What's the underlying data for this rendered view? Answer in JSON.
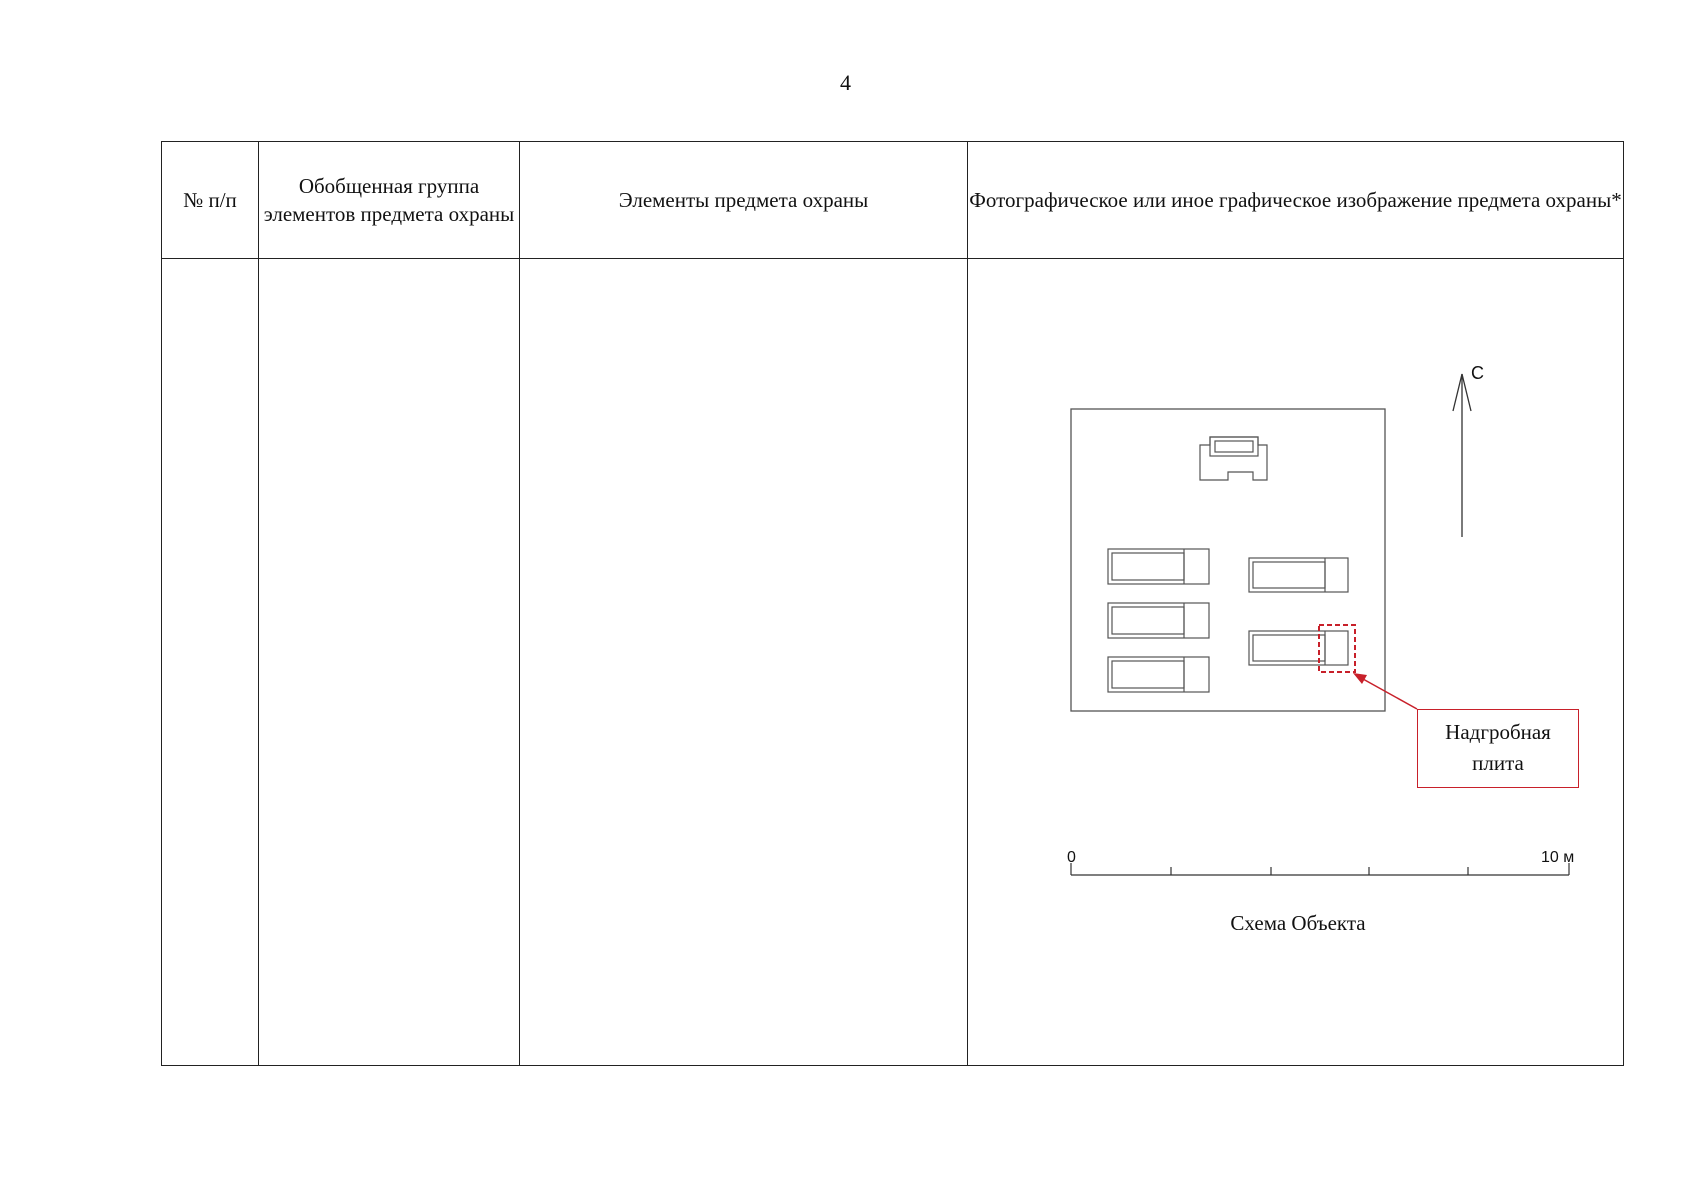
{
  "page_number": "4",
  "table": {
    "headers": [
      "№ п/п",
      "Обобщенная группа элементов предмета охраны",
      "Элементы предмета охраны",
      "Фотографическое или иное графическое изображение предмета охраны*"
    ]
  },
  "scheme": {
    "north_label": "С",
    "scale_start": "0",
    "scale_end": "10 м",
    "callout_label": "Надгробная плита",
    "caption": "Схема Объекта",
    "accent_color": "#c8202a"
  }
}
